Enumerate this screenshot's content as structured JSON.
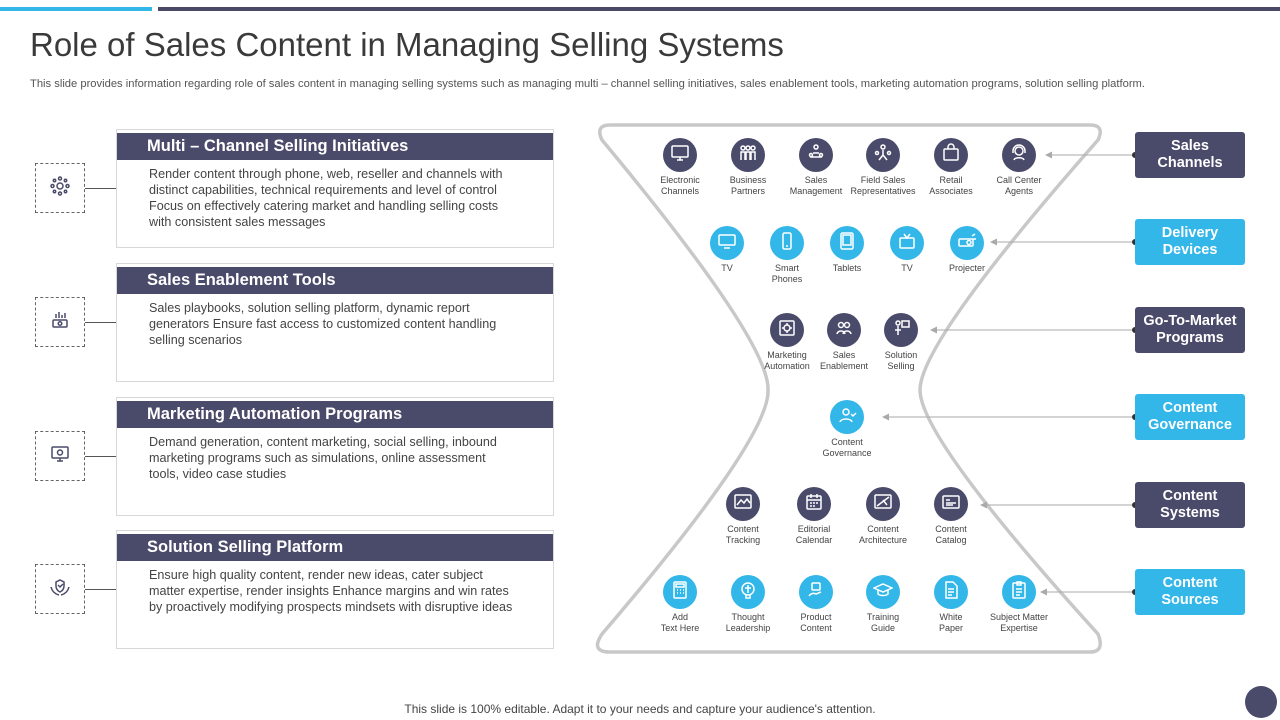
{
  "title": "Role of Sales Content in Managing Selling Systems",
  "subtitle": "This slide provides information regarding role of sales content in managing selling systems such as managing multi – channel selling initiatives, sales enablement tools, marketing automation programs, solution selling platform.",
  "cards": [
    {
      "heading": "Multi – Channel Selling Initiatives",
      "body": "Render content through  phone, web, reseller and channels with distinct capabilities, technical requirements  and level  of control Focus on effectively catering market and handling selling costs with consistent sales messages",
      "icon": "network-people-icon"
    },
    {
      "heading": "Sales Enablement Tools",
      "body": "Sales playbooks, solution selling platform,  dynamic report generators  Ensure fast access to customized content handling selling scenarios",
      "icon": "money-chart-icon"
    },
    {
      "heading": "Marketing Automation Programs",
      "body": "Demand generation,  content marketing, social selling, inbound marketing programs  such as simulations, online assessment tools, video  case studies",
      "icon": "monitor-gear-icon"
    },
    {
      "heading": "Solution Selling Platform",
      "body": "Ensure high quality content,  render new ideas, cater subject matter expertise, render insights Enhance margins and win rates by proactively  modifying prospects mindsets with disruptive  ideas",
      "icon": "hands-shield-icon"
    }
  ],
  "rows": [
    {
      "items": [
        {
          "label": "Electronic\nChannels",
          "icon": "monitor-icon"
        },
        {
          "label": "Business\nPartners",
          "icon": "partners-icon"
        },
        {
          "label": "Sales\nManagement",
          "icon": "management-icon"
        },
        {
          "label": "Field Sales\nRepresentatives",
          "icon": "field-reps-icon"
        },
        {
          "label": "Retail\nAssociates",
          "icon": "retail-icon"
        },
        {
          "label": "Call Center\nAgents",
          "icon": "headset-icon"
        }
      ]
    },
    {
      "items": [
        {
          "label": "TV",
          "icon": "tv-icon"
        },
        {
          "label": "Smart\nPhones",
          "icon": "smartphone-icon"
        },
        {
          "label": "Tablets",
          "icon": "tablet-icon"
        },
        {
          "label": "TV",
          "icon": "tv-antenna-icon"
        },
        {
          "label": "Projecter",
          "icon": "projector-icon"
        }
      ]
    },
    {
      "items": [
        {
          "label": "Marketing\nAutomation",
          "icon": "automation-icon"
        },
        {
          "label": "Sales\nEnablement",
          "icon": "enablement-icon"
        },
        {
          "label": "Solution\nSelling",
          "icon": "presenter-icon"
        }
      ]
    },
    {
      "items": [
        {
          "label": "Content\nGovernance",
          "icon": "governance-icon"
        }
      ]
    },
    {
      "items": [
        {
          "label": "Content\nTracking",
          "icon": "tracking-icon"
        },
        {
          "label": "Editorial\nCalendar",
          "icon": "calendar-icon"
        },
        {
          "label": "Content\nArchitecture",
          "icon": "architecture-icon"
        },
        {
          "label": "Content\nCatalog",
          "icon": "catalog-icon"
        }
      ]
    },
    {
      "items": [
        {
          "label": "Add\nText Here",
          "icon": "calculator-icon"
        },
        {
          "label": "Thought\nLeadership",
          "icon": "brain-icon"
        },
        {
          "label": "Product\nContent",
          "icon": "hand-box-icon"
        },
        {
          "label": "Training\nGuide",
          "icon": "graduation-cap-icon"
        },
        {
          "label": "White\nPaper",
          "icon": "document-icon"
        },
        {
          "label": "Subject Matter\nExpertise",
          "icon": "clipboard-icon"
        }
      ]
    }
  ],
  "tags": [
    {
      "label": "Sales\nChannels"
    },
    {
      "label": "Delivery\nDevices"
    },
    {
      "label": "Go-To-Market\nPrograms"
    },
    {
      "label": "Content\nGovernance"
    },
    {
      "label": "Content\nSystems"
    },
    {
      "label": "Content\nSources"
    }
  ],
  "footer": "This slide is 100% editable. Adapt it to your needs and capture your audience's attention.",
  "colors": {
    "dark": "#4a4a6a",
    "accent": "#33b6e8"
  }
}
